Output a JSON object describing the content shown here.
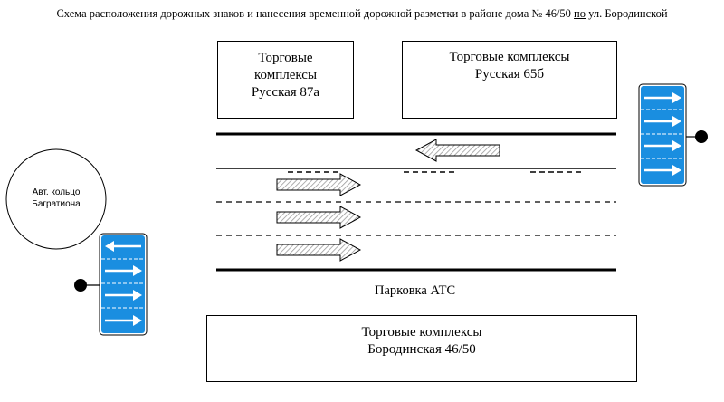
{
  "title": {
    "prefix": "Схема расположения дорожных знаков и нанесения временной дорожной разметки в районе дома № 46/50 ",
    "underlined": "по",
    "suffix": " ул. Бородинской"
  },
  "buildings": {
    "top_left": {
      "line1": "Торговые",
      "line2": "комплексы",
      "line3": "Русская 87а"
    },
    "top_right": {
      "line1": "Торговые комплексы",
      "line2": "Русская 65б"
    },
    "bottom": {
      "line1": "Торговые комплексы",
      "line2": "Бородинская 46/50"
    }
  },
  "roundabout": {
    "line1": "Авт. кольцо",
    "line2": "Багратиона"
  },
  "parking_label": "Парковка АТС",
  "colors": {
    "sign_blue": "#1a8ee0",
    "arrow_fill": "#dcdcdc",
    "line": "#000000"
  },
  "signs": {
    "left": {
      "lanes": [
        "left",
        "right",
        "right",
        "right"
      ]
    },
    "right": {
      "lanes": [
        "right",
        "right",
        "right",
        "right"
      ]
    }
  }
}
